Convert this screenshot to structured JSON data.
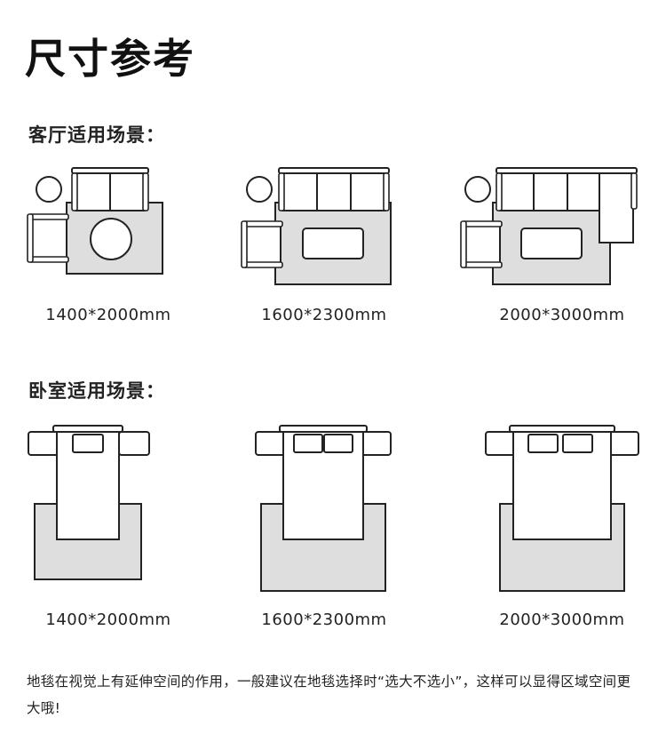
{
  "page": {
    "title": "尺寸参考",
    "living_title": "客厅适用场景：",
    "bedroom_title": "卧室适用场景：",
    "note": "地毯在视觉上有延伸空间的作用，一般建议在地毯选择时“选大不选小”，这样可以显得区域空间更大哦!"
  },
  "living": [
    {
      "size": "1400*2000mm"
    },
    {
      "size": "1600*2300mm"
    },
    {
      "size": "2000*3000mm"
    }
  ],
  "bedroom": [
    {
      "size": "1400*2000mm"
    },
    {
      "size": "1600*2300mm"
    },
    {
      "size": "2000*3000mm"
    }
  ],
  "colors": {
    "rug": "#dedede",
    "line": "#222222",
    "background": "#ffffff"
  }
}
